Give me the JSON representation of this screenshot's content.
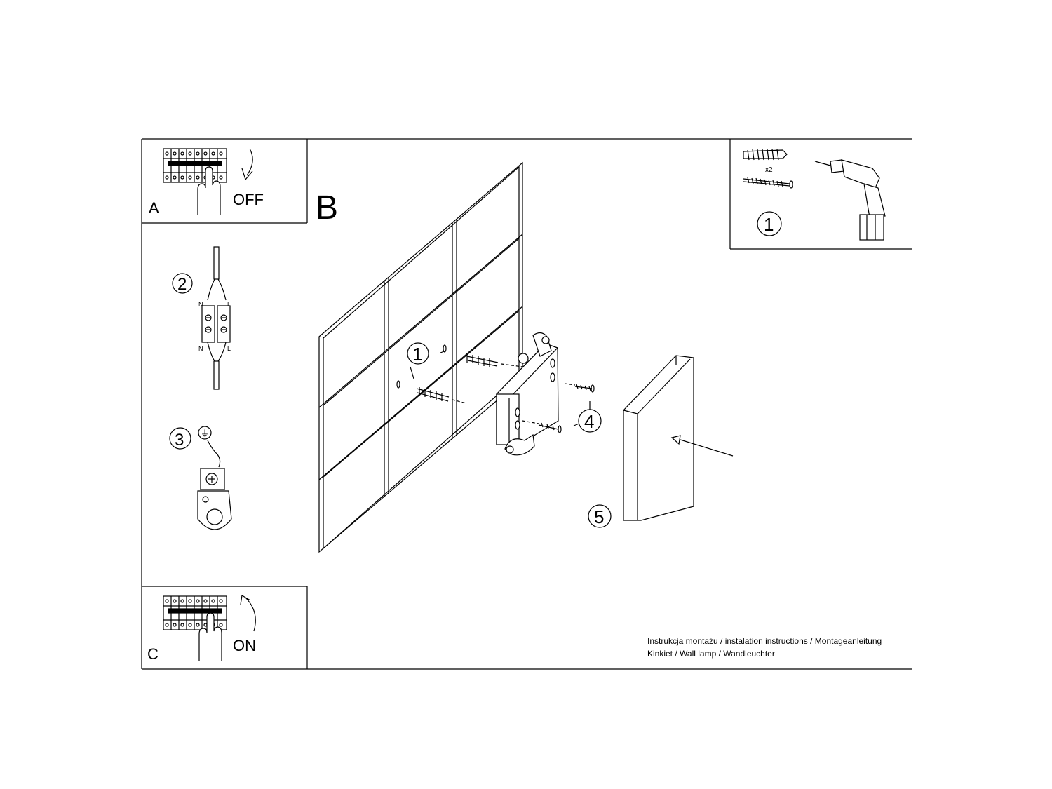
{
  "panel_a": {
    "step_letter": "A",
    "state_label": "OFF"
  },
  "panel_c": {
    "step_letter": "C",
    "state_label": "ON"
  },
  "panel_b": {
    "step_letter": "B"
  },
  "wiring": {
    "step_number": "2",
    "wire_labels": {
      "neutral_top": "N",
      "live_top": "L",
      "neutral_bottom": "N",
      "live_bottom": "L"
    }
  },
  "ground": {
    "step_number": "3",
    "ground_symbol": "⏚"
  },
  "tools_box": {
    "step_number": "1",
    "quantity": "x2"
  },
  "assembly_callouts": {
    "anchors": "1",
    "screws": "4",
    "cover": "5"
  },
  "footer": {
    "line1": "Instrukcja montażu / instalation instructions / Montageanleitung",
    "line2": "Kinkiet / Wall lamp / Wandleuchter"
  }
}
